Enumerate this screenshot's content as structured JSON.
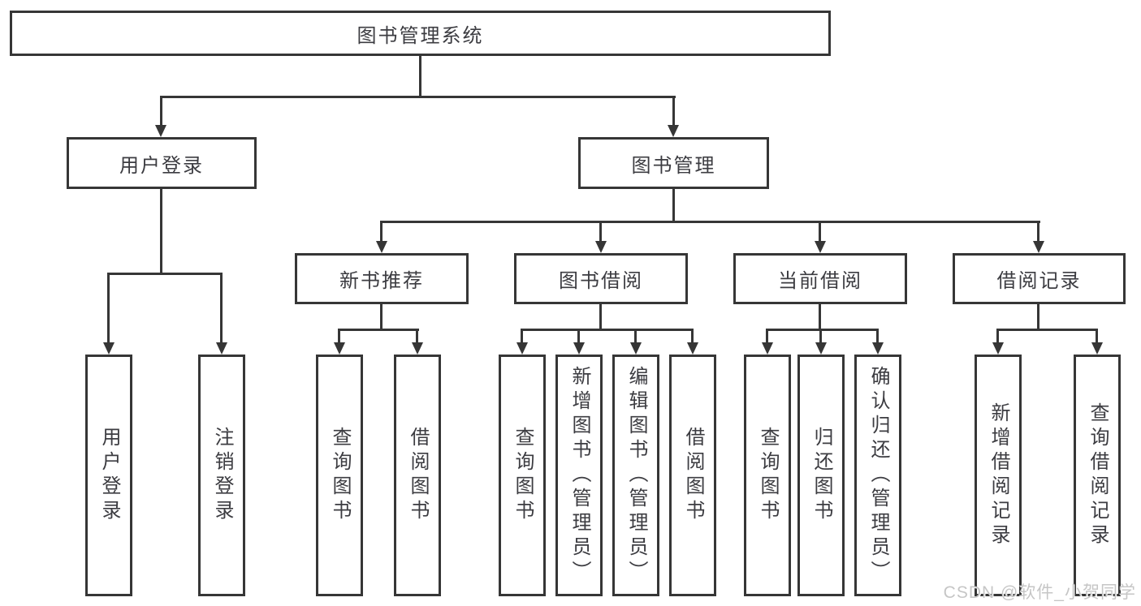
{
  "diagram": {
    "root": {
      "label": "图书管理系统"
    },
    "children": [
      {
        "label": "用户登录",
        "children": [
          {
            "label": "用户登录"
          },
          {
            "label": "注销登录"
          }
        ]
      },
      {
        "label": "图书管理",
        "children": [
          {
            "label": "新书推荐",
            "children": [
              {
                "label": "查询图书"
              },
              {
                "label": "借阅图书"
              }
            ]
          },
          {
            "label": "图书借阅",
            "children": [
              {
                "label": "查询图书"
              },
              {
                "label": "新增图书（管理员）"
              },
              {
                "label": "编辑图书（管理员）"
              },
              {
                "label": "借阅图书"
              }
            ]
          },
          {
            "label": "当前借阅",
            "children": [
              {
                "label": "查询图书"
              },
              {
                "label": "归还图书"
              },
              {
                "label": "确认归还（管理员）"
              }
            ]
          },
          {
            "label": "借阅记录",
            "children": [
              {
                "label": "新增借阅记录"
              },
              {
                "label": "查询借阅记录"
              }
            ]
          }
        ]
      }
    ]
  },
  "watermark": {
    "text": "CSDN @软件_小贺同学"
  },
  "colors": {
    "line": "#363636",
    "text": "#3c3c41",
    "background": "#ffffff",
    "watermark": "#c6c6c6"
  }
}
